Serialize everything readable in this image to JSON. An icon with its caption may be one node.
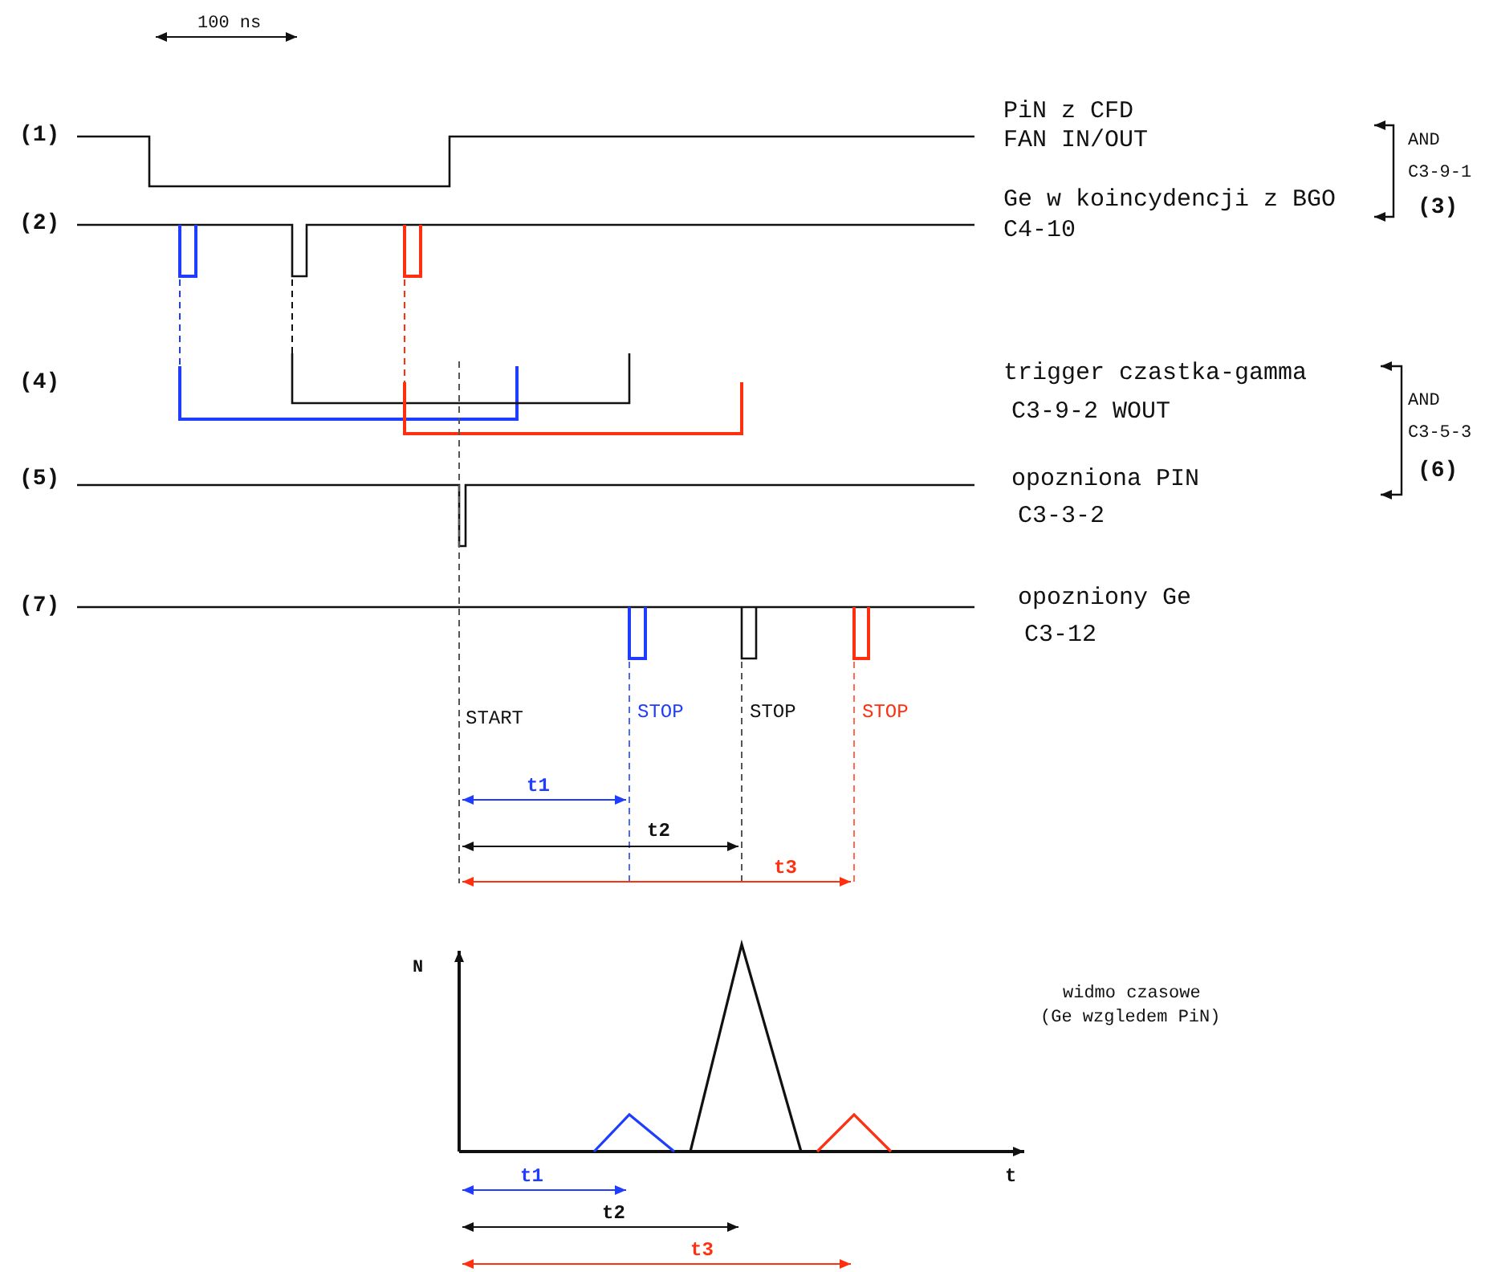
{
  "diagram": {
    "labels": [
      "100 ns",
      "(1)",
      "PiN z CFD",
      "FAN IN/OUT",
      "AND",
      "C3-9-1",
      "(2)",
      "Ge w koincydencji z BGO",
      "C4-10",
      "(3)",
      "(4)",
      "trigger czastka-gamma",
      "AND",
      "C3-9-2 WOUT",
      "C3-5-3",
      "(5)",
      "opozniona PIN",
      "(6)",
      "C3-3-2",
      "(7)",
      "opozniony Ge",
      "C3-12",
      "START",
      "STOP",
      "STOP",
      "STOP",
      "t1",
      "t2",
      "t3",
      "N",
      "widmo czasowe",
      "(Ge wzgledem PiN)",
      "t1",
      "t",
      "t2",
      "t3"
    ]
  }
}
